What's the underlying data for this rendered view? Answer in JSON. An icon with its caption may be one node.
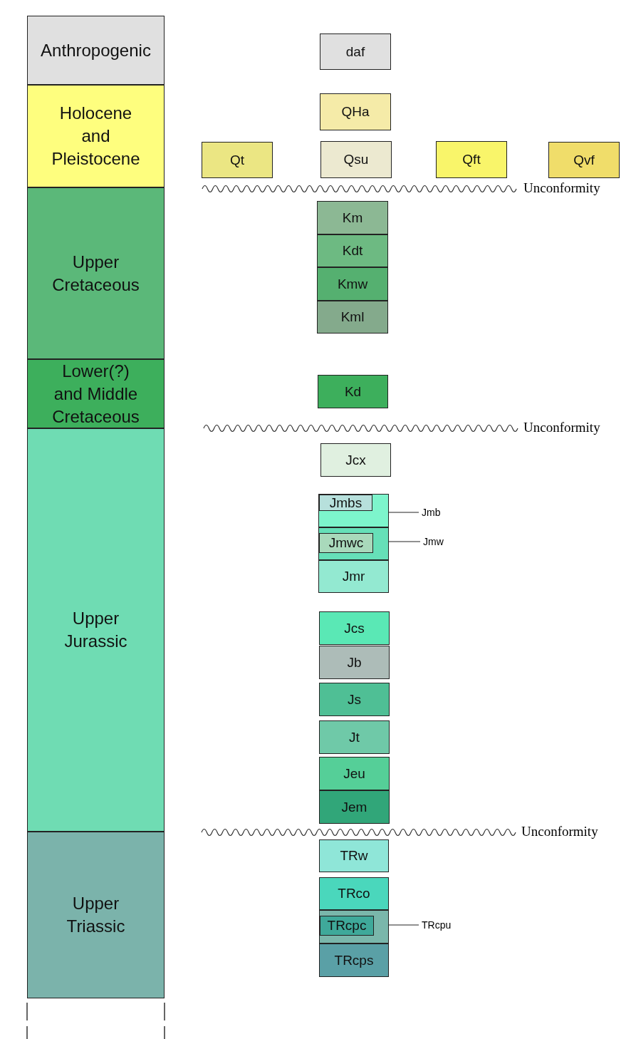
{
  "diagram": {
    "nodes": [
      {
        "text": [
          "Anthropogenic"
        ]
      },
      {
        "text": [
          "Holocene and Pleistocene"
        ]
      },
      {
        "text": [
          "Upper Cretaceous"
        ]
      },
      {
        "text": [
          "Lower(?) and Middle Cretaceous"
        ]
      },
      {
        "text": [
          "Upper Jurassic"
        ]
      },
      {
        "text": [
          "Upper Triassic"
        ]
      },
      {
        "text": [
          "daf"
        ]
      },
      {
        "text": [
          "QHa"
        ]
      },
      {
        "text": [
          "Qt"
        ]
      },
      {
        "text": [
          "Qsu"
        ]
      },
      {
        "text": [
          "Qft"
        ]
      },
      {
        "text": [
          "Qvf"
        ]
      },
      {
        "text": [
          "Km"
        ]
      },
      {
        "text": [
          "Kdt"
        ]
      },
      {
        "text": [
          "Kmw"
        ]
      },
      {
        "text": [
          "Kml"
        ]
      },
      {
        "text": [
          "Kd"
        ]
      },
      {
        "text": [
          "Jcx"
        ]
      },
      {
        "text": [],
        "shape": "box"
      },
      {
        "text": [
          "Jmbs"
        ],
        "in": 18
      },
      {
        "text": [
          "Jmb"
        ]
      },
      {
        "text": [],
        "shape": "box"
      },
      {
        "text": [
          "Jmwc"
        ],
        "in": 21
      },
      {
        "text": [
          "Jmw"
        ]
      },
      {
        "text": [
          "Jmr"
        ]
      },
      {
        "text": [
          "Jcs"
        ]
      },
      {
        "text": [
          "Jb"
        ]
      },
      {
        "text": [
          "Js"
        ]
      },
      {
        "text": [
          "Jt"
        ]
      },
      {
        "text": [
          "Jeu"
        ]
      },
      {
        "text": [
          "Jem"
        ]
      },
      {
        "text": [
          "TRw"
        ]
      },
      {
        "text": [
          "TRco"
        ]
      },
      {
        "text": [],
        "shape": "box"
      },
      {
        "text": [
          "TRcpc"
        ],
        "in": 33
      },
      {
        "text": [
          "TRcpu"
        ]
      },
      {
        "text": [
          "TRcps"
        ]
      }
    ],
    "edges": [
      {
        "from": 20,
        "to": 18,
        "arrow": "none"
      },
      {
        "from": 23,
        "to": 21,
        "arrow": "none"
      },
      {
        "from": 35,
        "to": 33,
        "arrow": "none"
      }
    ],
    "labels": [
      "Unconformity",
      "Unconformity",
      "Unconformity"
    ]
  }
}
